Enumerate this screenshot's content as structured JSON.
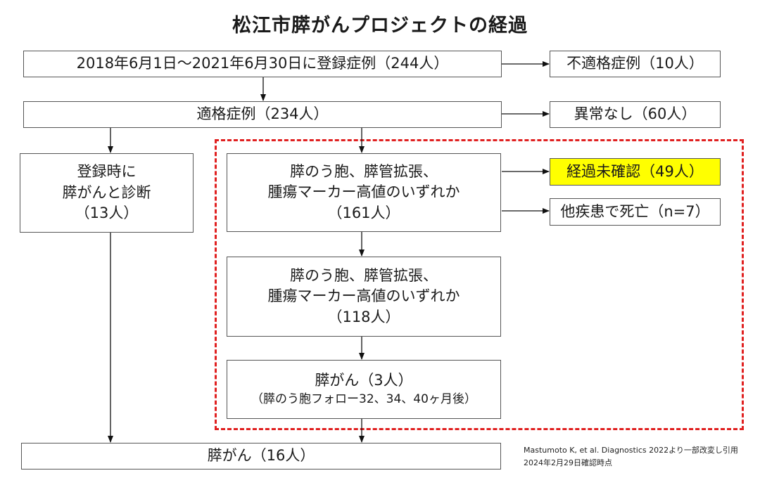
{
  "title": "松江市膵がんプロジェクトの経過",
  "nodes": {
    "registered": "2018年6月1日〜2021年6月30日に登録症例（244人）",
    "ineligible": "不適格症例（10人）",
    "eligible": "適格症例（234人）",
    "no_abnormality": "異常なし（60人）",
    "diagnosed_at_registration": [
      "登録時に",
      "膵がんと診断",
      "（13人）"
    ],
    "findings_161": [
      "膵のう胞、膵管拡張、",
      "腫瘍マーカー高値のいずれか",
      "（161人）"
    ],
    "unconfirmed": "経過未確認（49人）",
    "other_death": "他疾患で死亡（n=7）",
    "findings_118": [
      "膵のう胞、膵管拡張、",
      "腫瘍マーカー高値のいずれか",
      "（118人）"
    ],
    "cancer_3": [
      "膵がん（3人）",
      "（膵のう胞フォロー32、34、40ヶ月後）"
    ],
    "cancer_16": "膵がん（16人）"
  },
  "citation": [
    "Mastumoto K, et al. Diagnostics 2022より一部改変し引用",
    "2024年2月29日確認時点"
  ],
  "colors": {
    "highlight": "#ffff00",
    "dashed_border": "#e02020",
    "box_border": "#555555"
  }
}
